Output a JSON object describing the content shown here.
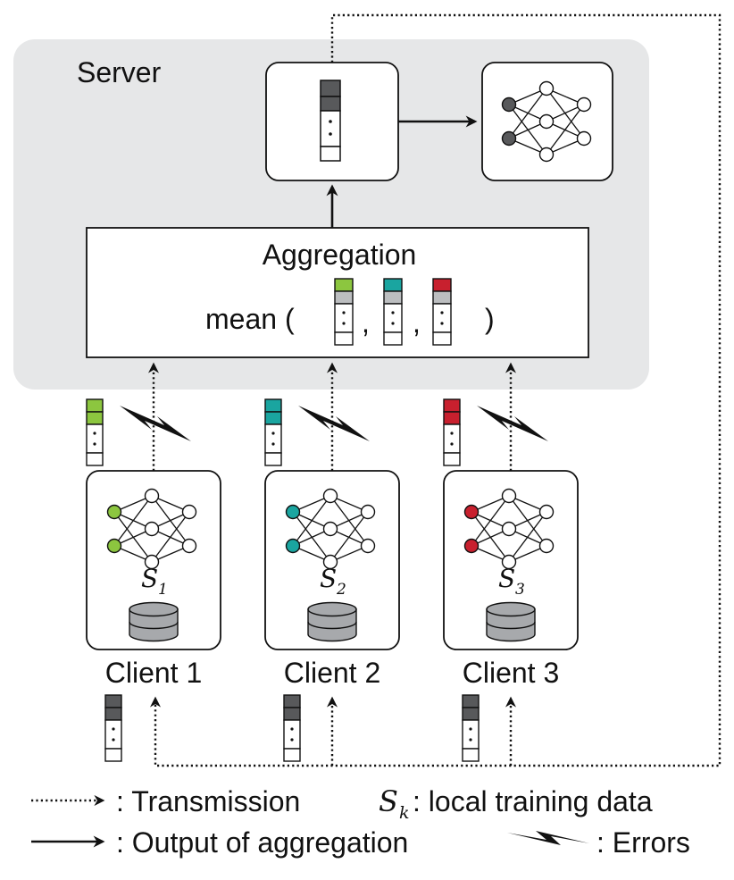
{
  "server": {
    "label": "Server"
  },
  "aggregation": {
    "title": "Aggregation",
    "mean_prefix": "mean (",
    "separator": ",",
    "close": ")"
  },
  "clients": [
    {
      "label": "Client 1",
      "data_symbol": "S",
      "data_index": "1",
      "color": "#8cc63f"
    },
    {
      "label": "Client 2",
      "data_symbol": "S",
      "data_index": "2",
      "color": "#1aa5a0"
    },
    {
      "label": "Client 3",
      "data_symbol": "S",
      "data_index": "3",
      "color": "#c8202e"
    }
  ],
  "legend": {
    "transmission": ": Transmission",
    "data_symbol": "S",
    "data_index": "k",
    "local_data": ": local training data",
    "output": ": Output of aggregation",
    "errors": ": Errors"
  },
  "colors": {
    "server_bg": "#e6e7e8",
    "global_segment": "#58595b",
    "neutral_segment": "#bcbec0",
    "database": "#a7a9ac"
  },
  "icons": [
    "parameter-vector-icon",
    "neural-network-icon",
    "database-icon",
    "lightning-error-icon"
  ]
}
